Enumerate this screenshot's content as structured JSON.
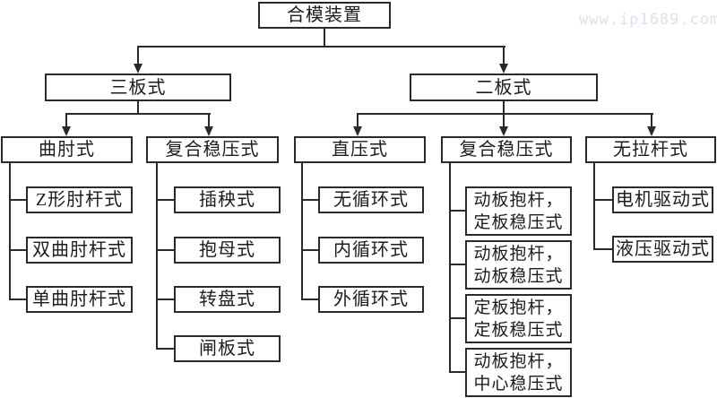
{
  "watermark": "www.ip1689.com",
  "colors": {
    "background": "#ffffff",
    "line": "#2a2a2a",
    "watermark": "#e2def2"
  },
  "nodes": {
    "root": "合模装置",
    "three_plate": "三板式",
    "two_plate": "二板式",
    "toggle": "曲肘式",
    "composite_left": "复合稳压式",
    "direct_pressure": "直压式",
    "composite_right": "复合稳压式",
    "tie_bar_less": "无拉杆式"
  },
  "leaves": {
    "toggle": [
      "Z形肘杆式",
      "双曲肘杆式",
      "单曲肘杆式"
    ],
    "composite_left": [
      "插秧式",
      "抱母式",
      "转盘式",
      "闸板式"
    ],
    "direct_pressure": [
      "无循环式",
      "内循环式",
      "外循环式"
    ],
    "composite_right": [
      {
        "line1": "动板抱杆，",
        "line2": "定板稳压式"
      },
      {
        "line1": "动板抱杆，",
        "line2": "动板稳压式"
      },
      {
        "line1": "定板抱杆，",
        "line2": "定板稳压式"
      },
      {
        "line1": "动板抱杆，",
        "line2": "中心稳压式"
      }
    ],
    "tie_bar_less": [
      "电机驱动式",
      "液压驱动式"
    ]
  }
}
